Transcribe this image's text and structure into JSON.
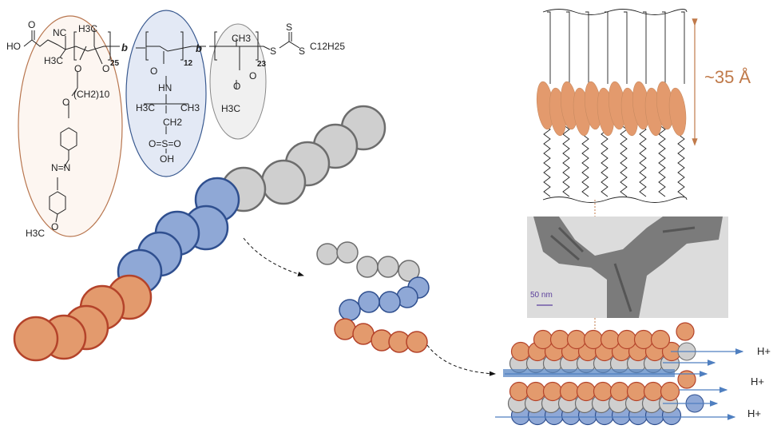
{
  "colors": {
    "orange_block": "#e39a6d",
    "orange_outline": "#b4432a",
    "blue_block": "#8fa8d6",
    "blue_outline": "#2f4f8f",
    "gray_block": "#cfcfcf",
    "gray_outline": "#6d6d6d",
    "spacing_label": "#c07a4a",
    "arrow_blue": "#4f7fc0",
    "scale_bar": "#5b3f9b"
  },
  "chemistry": {
    "end_group_left": "HO",
    "nitrile": "NC",
    "methyl_1": "H3C",
    "methyl_2": "H3C",
    "block1_repeat": "25",
    "spacer": "(CH2)10",
    "azo": "N=N",
    "methoxy": "H3C",
    "block_link_1": "b",
    "block2_repeat": "12",
    "amide_nh": "HN",
    "amide_o": "O",
    "dimethyl_left": "H3C",
    "dimethyl_right": "CH3",
    "ch2": "CH2",
    "sulfonate": "O=S=O",
    "sulfonate_oh": "OH",
    "block_link_2": "b",
    "block3_repeat": "23",
    "block3_methyl": "CH3",
    "ester_methyl": "H3C",
    "trithiocarbonate_s": "S",
    "chain_end": "C12H25"
  },
  "lamella": {
    "spacing_label": "~35 Å"
  },
  "tem": {
    "scale_label": "50 nm"
  },
  "proton_labels": [
    "H+",
    "H+",
    "H+"
  ]
}
